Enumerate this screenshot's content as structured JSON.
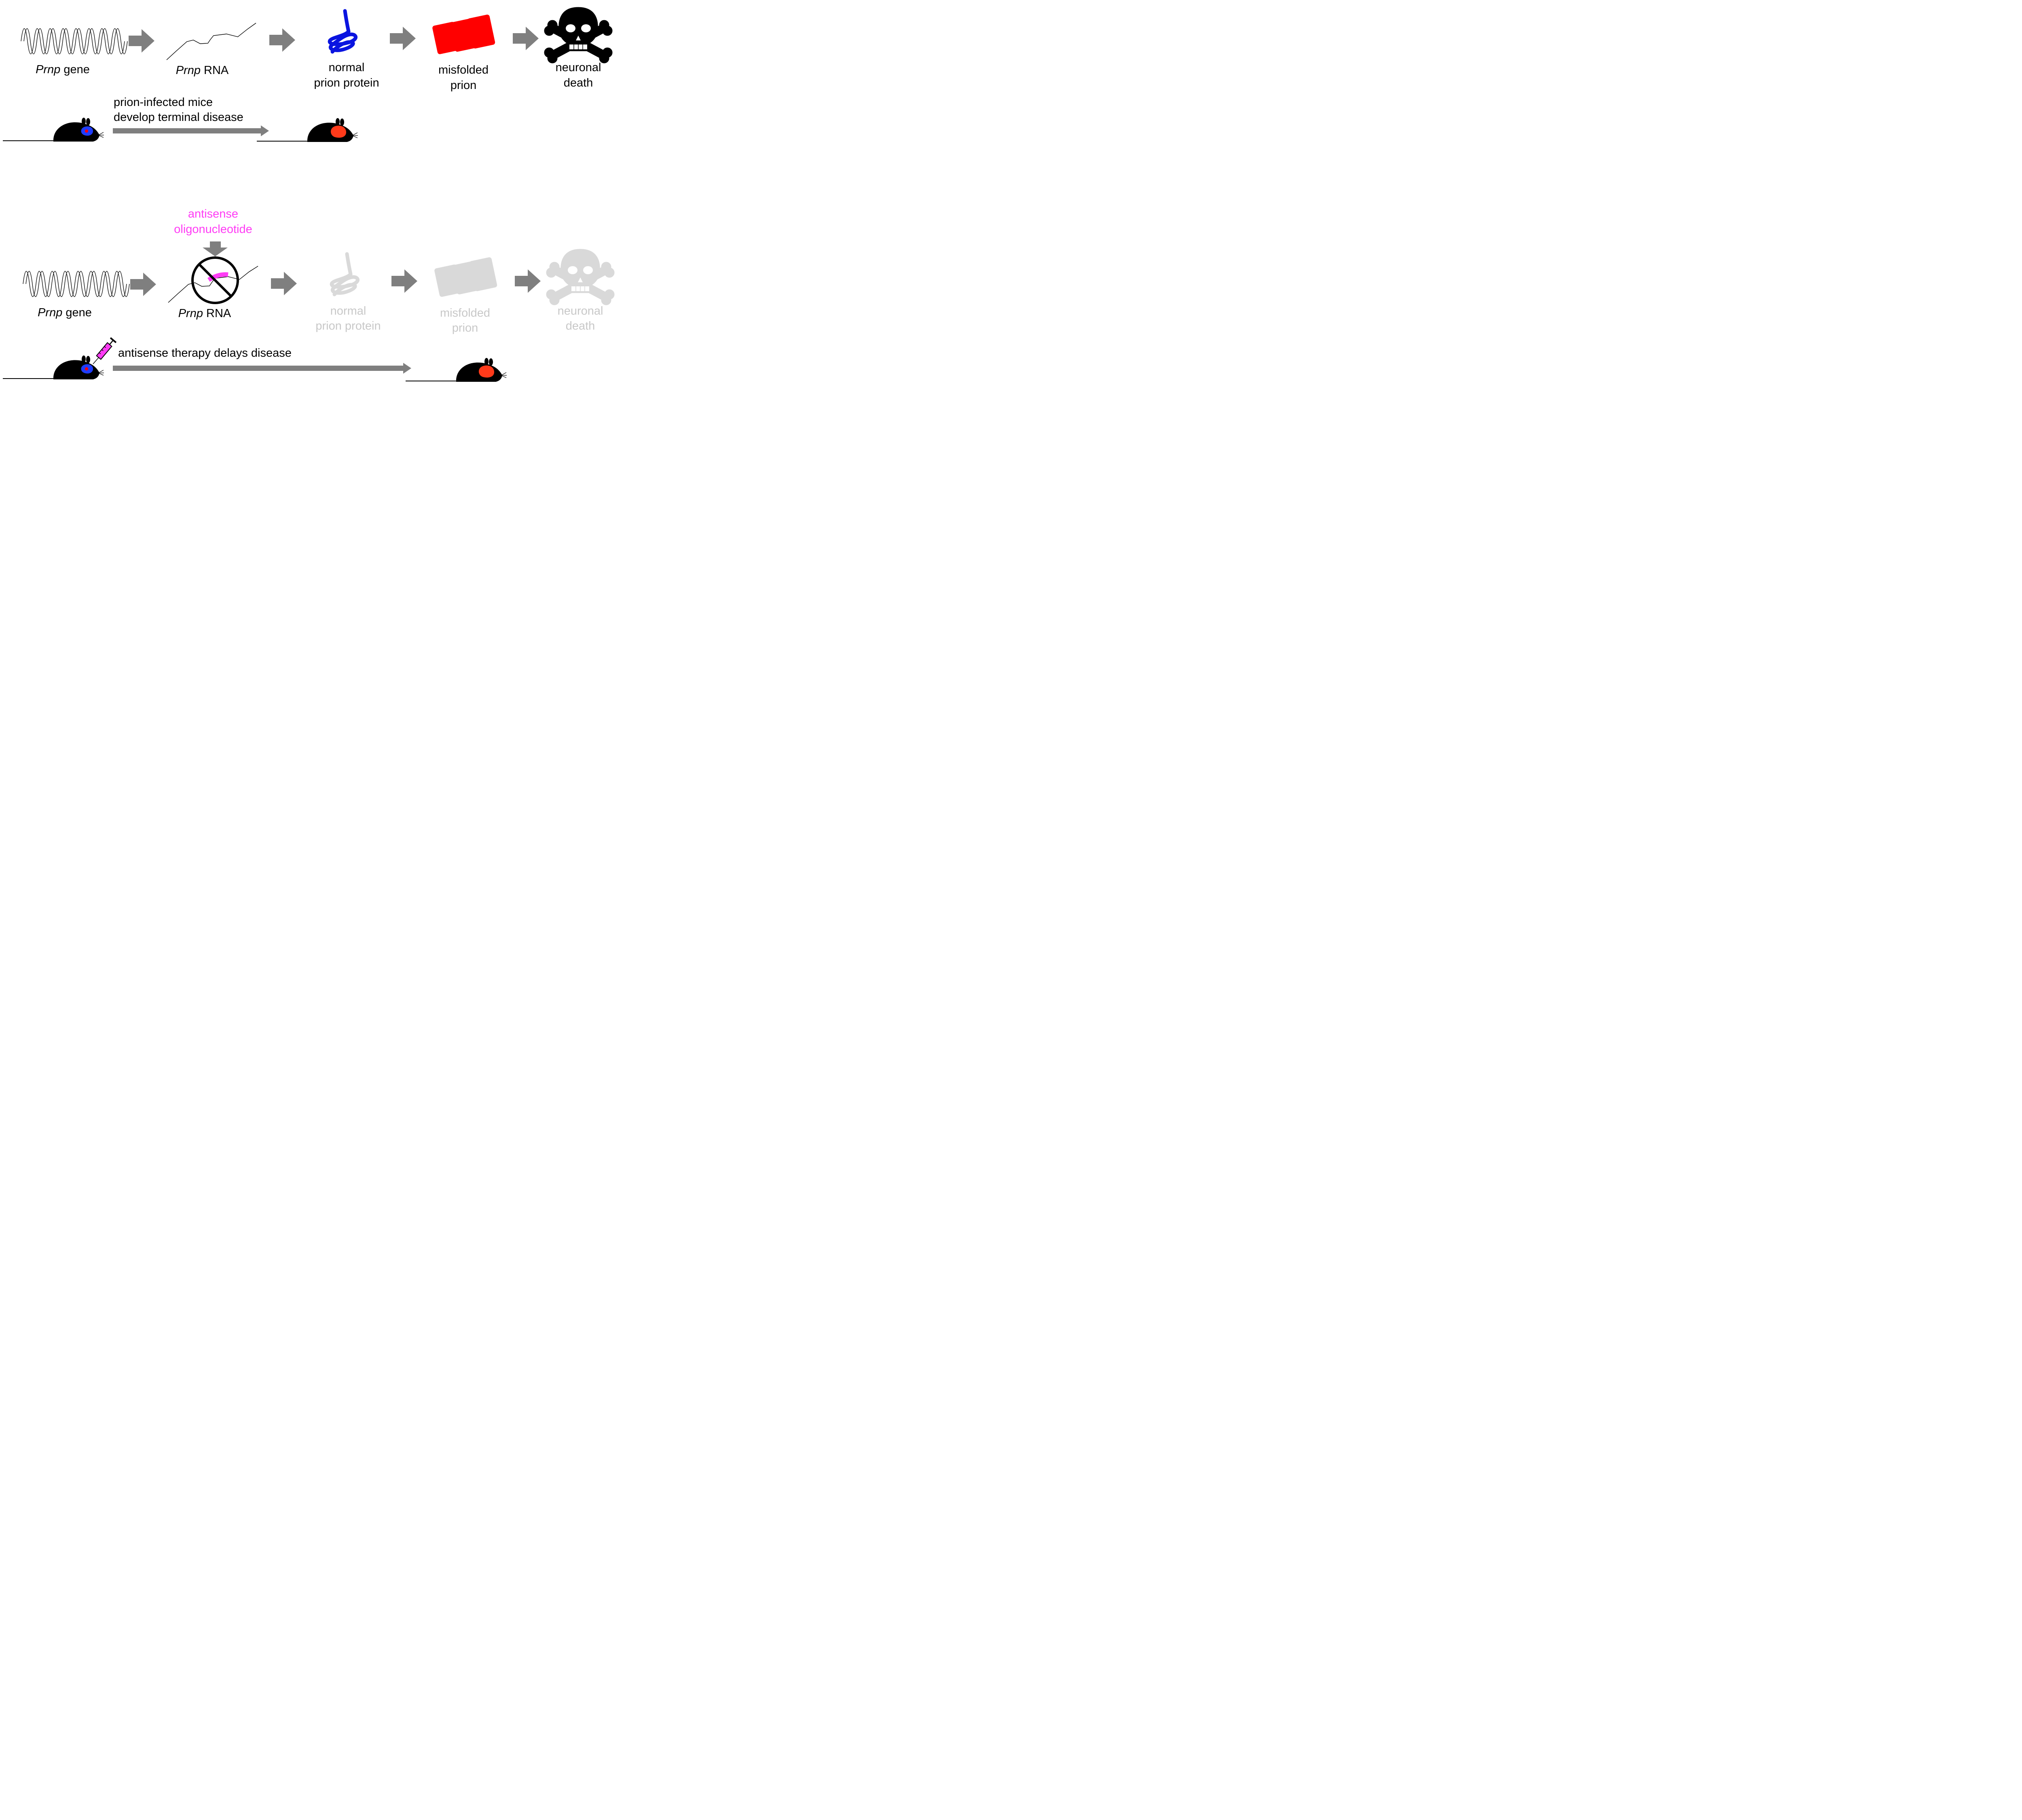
{
  "colors": {
    "arrow": "#7f7f7f",
    "normal_protein": "#0a14e0",
    "misfolded": "#ff0000",
    "faded": "#d9d9d9",
    "faded_text": "#c8c8c8",
    "antisense": "#ff3cf5",
    "mouse": "#000000",
    "brain_normal": "#1e3cff",
    "brain_infected": "#ff3a1a"
  },
  "icons": [
    "dna-helix-icon",
    "rna-strand-icon",
    "protein-coil-icon",
    "misfolded-prion-icon",
    "skull-crossbones-icon",
    "mouse-icon",
    "syringe-icon",
    "prohibition-icon"
  ],
  "top": {
    "gene": {
      "italic": "Prnp",
      "rest": " gene"
    },
    "rna": {
      "italic": "Prnp",
      "rest": " RNA"
    },
    "protein": [
      "normal",
      "prion protein"
    ],
    "misfolded": [
      "misfolded",
      "prion"
    ],
    "death": [
      "neuronal",
      "death"
    ],
    "mice_caption": [
      "prion-infected mice",
      "develop terminal disease"
    ]
  },
  "bottom": {
    "aso": [
      "antisense",
      "oligonucleotide"
    ],
    "gene": {
      "italic": "Prnp",
      "rest": " gene"
    },
    "rna": {
      "italic": "Prnp",
      "rest": " RNA"
    },
    "protein": [
      "normal",
      "prion protein"
    ],
    "misfolded": [
      "misfolded",
      "prion"
    ],
    "death": [
      "neuronal",
      "death"
    ],
    "mice_caption": "antisense therapy delays disease"
  }
}
